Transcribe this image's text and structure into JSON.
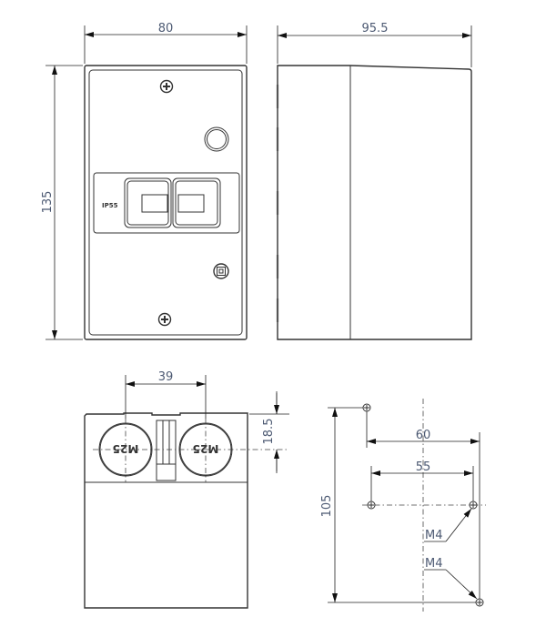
{
  "dimensions": {
    "front_width": "80",
    "front_height": "135",
    "side_depth": "95.5",
    "gland_spacing": "39",
    "gland_offset": "18.5",
    "mount_height": "105",
    "mount_width_outer": "60",
    "mount_width_inner": "55"
  },
  "labels": {
    "ip_rating": "IP55",
    "gland_left": "M25",
    "gland_right": "M25",
    "screw_upper": "M4",
    "screw_lower": "M4"
  }
}
